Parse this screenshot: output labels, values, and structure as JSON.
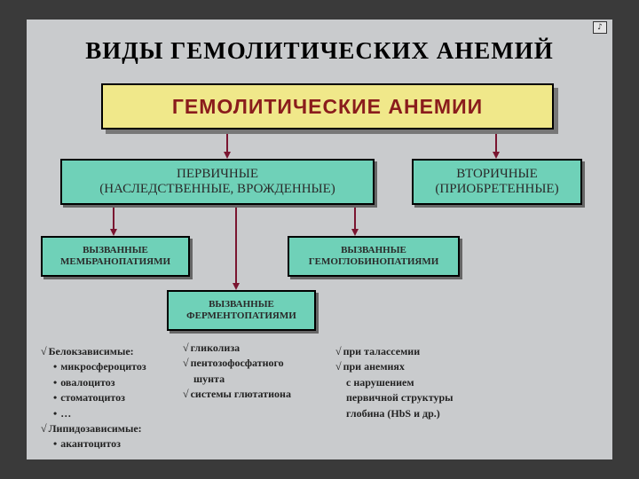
{
  "slide": {
    "title": "ВИДЫ  ГЕМОЛИТИЧЕСКИХ  АНЕМИЙ",
    "corner_icon": "sound-icon"
  },
  "diagram": {
    "main": "ГЕМОЛИТИЧЕСКИЕ  АНЕМИИ",
    "primary": {
      "line1": "ПЕРВИЧНЫЕ",
      "line2": "(НАСЛЕДСТВЕННЫЕ, ВРОЖДЕННЫЕ)"
    },
    "secondary": {
      "line1": "ВТОРИЧНЫЕ",
      "line2": "(ПРИОБРЕТЕННЫЕ)"
    },
    "membrane": {
      "line1": "ВЫЗВАННЫЕ",
      "line2": "МЕМБРАНОПАТИЯМИ"
    },
    "hemoglobin": {
      "line1": "ВЫЗВАННЫЕ",
      "line2": "ГЕМОГЛОБИНОПАТИЯМИ"
    },
    "enzyme": {
      "line1": "ВЫЗВАННЫЕ",
      "line2": "ФЕРМЕНТОПАТИЯМИ"
    },
    "arrow_color": "#7a1530"
  },
  "lists": {
    "membrane": [
      {
        "style": "check",
        "text": "Белокзависимые:"
      },
      {
        "style": "bullet",
        "text": "микросфероцитоз"
      },
      {
        "style": "bullet",
        "text": "овалоцитоз"
      },
      {
        "style": "bullet",
        "text": "стоматоцитоз"
      },
      {
        "style": "bullet",
        "text": "…"
      },
      {
        "style": "check",
        "text": "Липидозависимые:"
      },
      {
        "style": "bullet",
        "text": "акантоцитоз"
      }
    ],
    "enzyme": [
      {
        "style": "check",
        "text": "гликолиза"
      },
      {
        "style": "check",
        "text": "пентозофосфатного"
      },
      {
        "style": "indent",
        "text": "шунта"
      },
      {
        "style": "check",
        "text": "системы глютатиона"
      }
    ],
    "hemoglobin": [
      {
        "style": "check",
        "text": "при талассемии"
      },
      {
        "style": "check",
        "text": "при анемиях"
      },
      {
        "style": "indent",
        "text": "с нарушением"
      },
      {
        "style": "indent",
        "text": "первичной структуры"
      },
      {
        "style": "indent",
        "text": "глобина (HbS  и др.)"
      }
    ]
  }
}
